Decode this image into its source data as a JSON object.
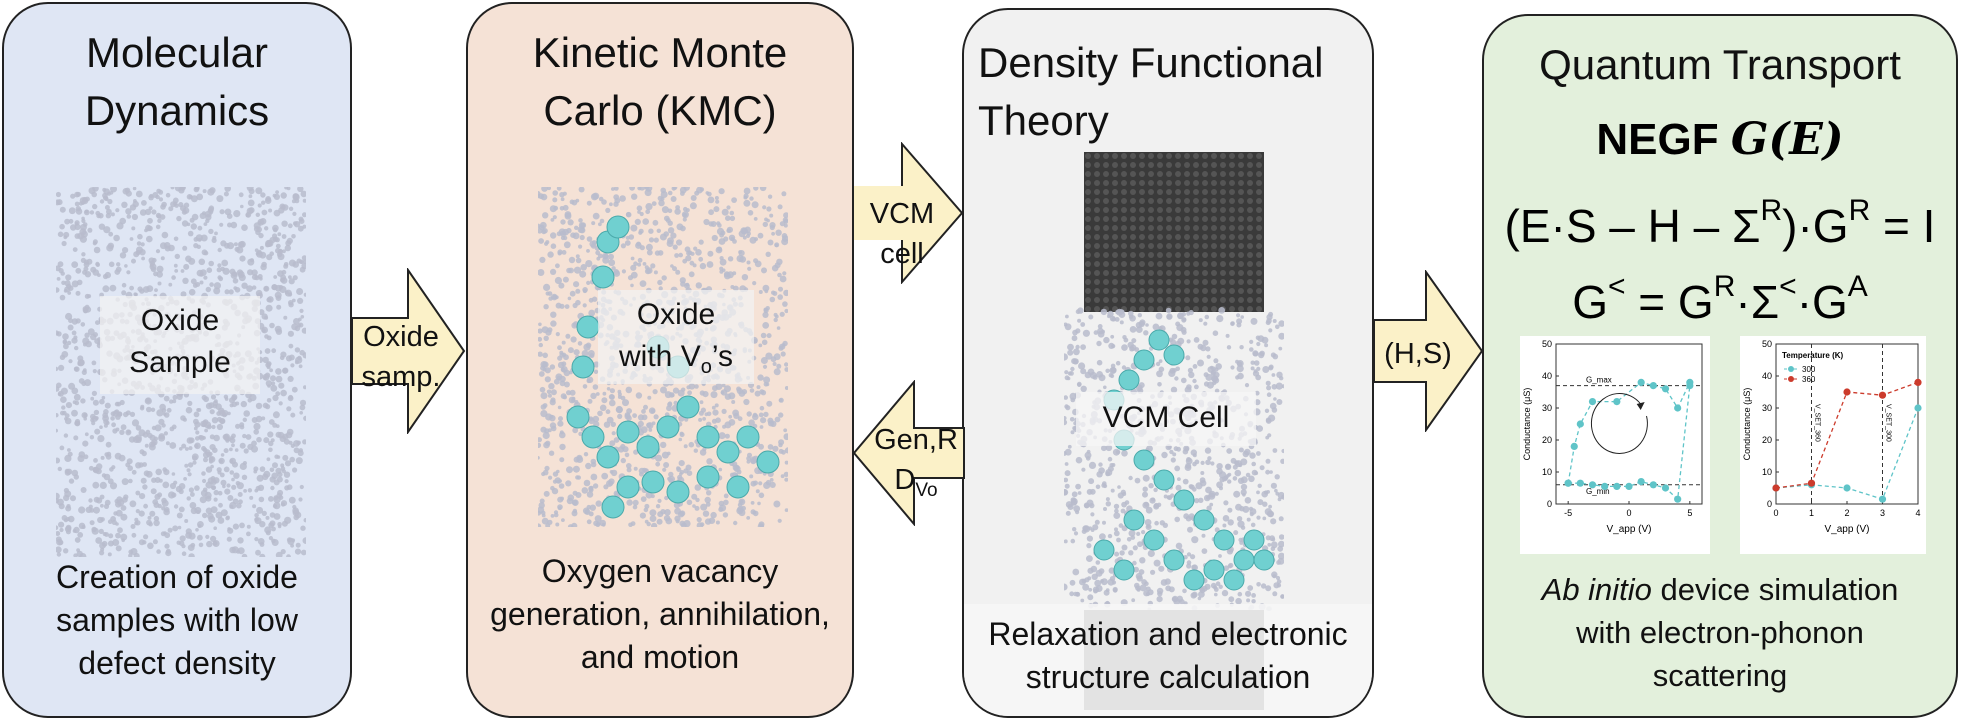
{
  "panels": {
    "md": {
      "title_line1": "Molecular",
      "title_line2": "Dynamics",
      "overlay_line1": "Oxide",
      "overlay_line2": "Sample",
      "caption": [
        "Creation of oxide",
        "samples with low",
        "defect density"
      ],
      "color": "#dfe6f4"
    },
    "kmc": {
      "title_line1": "Kinetic Monte",
      "title_line2": "Carlo (KMC)",
      "overlay_line1": "Oxide",
      "overlay_line2_main": "with V",
      "overlay_line2_sub": "o",
      "overlay_line2_tail": "’s",
      "caption": [
        "Oxygen vacancy",
        "generation, annihilation,",
        "and motion"
      ],
      "color": "#f5e2d6"
    },
    "dft": {
      "title_line1": "Density Functional",
      "title_line2": "Theory",
      "overlay": "VCM Cell",
      "caption": [
        "Relaxation and electronic",
        "structure calculation"
      ],
      "color": "#f1f1f1"
    },
    "qt": {
      "title": "Quantum Transport",
      "negf_prefix": "NEGF",
      "negf_expr": "G(E)",
      "eq1_lhs": "(E·S – H – Σ",
      "eq1_sup": "R",
      "eq1_mid": ")·G",
      "eq1_sup2": "R",
      "eq1_rhs": " = I",
      "eq2_lhs": "G",
      "eq2_sup": "<",
      "eq2_mid": " = G",
      "eq2_sup2": "R",
      "eq2_mid2": "·Σ",
      "eq2_sup3": "<",
      "eq2_mid3": "·G",
      "eq2_sup4": "A",
      "caption_italic": "Ab initio",
      "caption_line1_rest": " device simulation",
      "caption_line2": "with electron-phonon",
      "caption_line3": "scattering",
      "color": "#e3f0dc"
    }
  },
  "arrows": {
    "md_to_kmc": {
      "line1": "Oxide",
      "line2": "samp."
    },
    "kmc_to_dft": {
      "line1": "VCM",
      "line2": "cell"
    },
    "dft_to_kmc": {
      "line1": "Gen,R",
      "line2_main": "D",
      "line2_sub": "Vo"
    },
    "dft_to_qt": {
      "line1": "(H,S)"
    },
    "fill": "#fbf1c8"
  },
  "colors": {
    "oxide_atom": "#b9bccc",
    "vacancy": "#70d0d0",
    "electrode": "#3a3a3a"
  },
  "chart_data": [
    {
      "type": "line",
      "xlabel": "V_app (V)",
      "ylabel": "Conductance (μS)",
      "xlim": [
        -6,
        6
      ],
      "ylim": [
        0,
        50
      ],
      "xticks": [
        -5,
        0,
        5
      ],
      "yticks": [
        0,
        10,
        20,
        30,
        40,
        50
      ],
      "annotations": [
        "G_max",
        "G_min"
      ],
      "hlines": [
        37,
        6
      ],
      "series": [
        {
          "x": [
            -5,
            -4,
            -3,
            -2,
            -1,
            0,
            1,
            2,
            3,
            4,
            5
          ],
          "y": [
            6.5,
            6.5,
            6,
            5.5,
            5.5,
            5.5,
            7,
            6,
            5,
            1.5,
            37
          ]
        },
        {
          "x": [
            -5,
            -4.5,
            -4,
            -3,
            -1,
            1,
            2,
            3,
            4,
            5
          ],
          "y": [
            6.5,
            18,
            25,
            32,
            32,
            38,
            37,
            36,
            30,
            38
          ]
        }
      ],
      "color": "#5fc4c8"
    },
    {
      "type": "line",
      "xlabel": "V_app (V)",
      "ylabel": "Conductance (μS)",
      "xlim": [
        0,
        4
      ],
      "ylim": [
        0,
        50
      ],
      "xticks": [
        0,
        1,
        2,
        3,
        4
      ],
      "yticks": [
        0,
        10,
        20,
        30,
        40,
        50
      ],
      "legend_title": "Temperature (K)",
      "vlines": [
        {
          "x": 1,
          "label": "V_SET_360"
        },
        {
          "x": 3,
          "label": "V_SET_300"
        }
      ],
      "series": [
        {
          "name": "300",
          "x": [
            0,
            1,
            2,
            3,
            4
          ],
          "y": [
            5,
            6,
            5,
            1.5,
            30
          ],
          "color": "#5fc4c8"
        },
        {
          "name": "360",
          "x": [
            0,
            1,
            2,
            3,
            4
          ],
          "y": [
            5,
            6.5,
            35,
            34,
            38
          ],
          "color": "#cc3b2c"
        }
      ]
    }
  ]
}
